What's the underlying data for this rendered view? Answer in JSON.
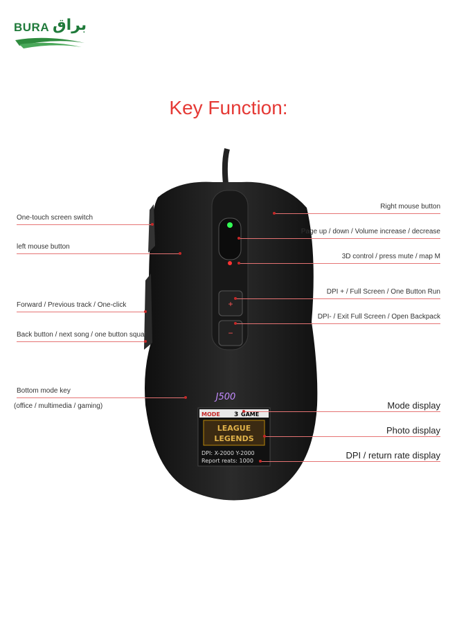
{
  "logo": {
    "latin": "BURA",
    "arabic": "براق"
  },
  "title": "Key Function:",
  "screen": {
    "mode": "MODE",
    "mode_num": "3",
    "mode_name": "GAME",
    "game_line1": "LEAGUE",
    "game_line2": "LEGENDS",
    "dpi": "DPI: X-2000  Y-2000",
    "report": "Report reats:  1000"
  },
  "mouse_badge": "J500",
  "labels_left": [
    "One-touch screen switch",
    "left mouse button",
    "Forward / Previous track / One-click",
    "Back button / next song / one button squat",
    "Bottom mode key",
    "(office / multimedia / gaming)"
  ],
  "labels_right": [
    "Right mouse button",
    "Page up / down / Volume increase / decrease",
    "3D control / press mute / map M",
    "DPI + / Full Screen / One Button Run",
    "DPI- / Exit Full Screen / Open Backpack",
    "Mode display",
    "Photo display",
    "DPI / return rate display"
  ],
  "colors": {
    "title": "#e53935",
    "leader": "#e57373",
    "brand": "#1f7a3a",
    "mouse_body": "#1e1e1e"
  }
}
